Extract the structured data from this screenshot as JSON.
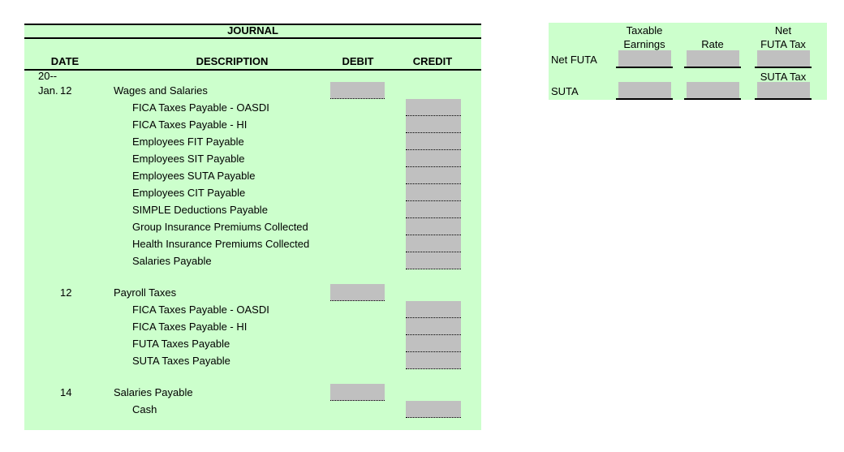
{
  "colors": {
    "panel_bg": "#ccffcc",
    "input_bg": "#c0c0c0",
    "line": "#000000"
  },
  "journal": {
    "title": "JOURNAL",
    "columns": {
      "date": "DATE",
      "description": "DESCRIPTION",
      "debit": "DEBIT",
      "credit": "CREDIT"
    },
    "year": "20--",
    "rows": [
      {
        "month": "Jan.",
        "day": "12",
        "description": "Wages and Salaries"
      },
      {
        "description": "FICA Taxes Payable - OASDI"
      },
      {
        "description": "FICA Taxes Payable - HI"
      },
      {
        "description": "Employees FIT Payable"
      },
      {
        "description": "Employees SIT Payable"
      },
      {
        "description": "Employees SUTA Payable"
      },
      {
        "description": "Employees CIT Payable"
      },
      {
        "description": "SIMPLE Deductions Payable"
      },
      {
        "description": "Group Insurance Premiums Collected"
      },
      {
        "description": "Health Insurance Premiums Collected"
      },
      {
        "description": "Salaries Payable"
      },
      {
        "day": "12",
        "description": "Payroll Taxes"
      },
      {
        "description": "FICA Taxes Payable - OASDI"
      },
      {
        "description": "FICA Taxes Payable - HI"
      },
      {
        "description": "FUTA Taxes Payable"
      },
      {
        "description": "SUTA Taxes Payable"
      },
      {
        "day": "14",
        "description": "Salaries Payable"
      },
      {
        "description": "Cash"
      }
    ]
  },
  "tax_panel": {
    "headers": {
      "taxable_line1": "Taxable",
      "taxable_line2": "Earnings",
      "rate": "Rate",
      "net_line1": "Net",
      "net_line2": "FUTA Tax",
      "suta_tax": "SUTA Tax"
    },
    "rows": [
      {
        "label": "Net FUTA"
      },
      {
        "label": "SUTA"
      }
    ]
  }
}
